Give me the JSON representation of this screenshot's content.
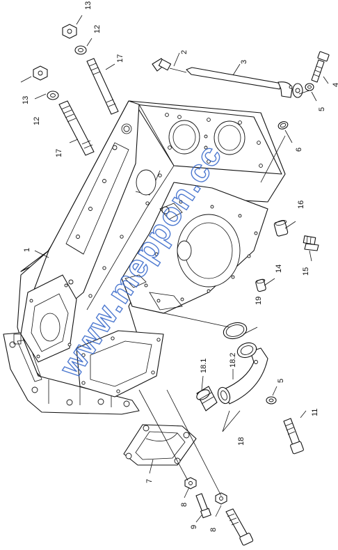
{
  "watermark": "www.meppon.cc",
  "callouts": {
    "c1": "1",
    "c2": "2",
    "c3": "3",
    "c4": "4",
    "c5a": "5",
    "c5b": "5",
    "c6": "6",
    "c7": "7",
    "c8a": "8",
    "c8b": "8",
    "c9": "9",
    "c11": "11",
    "c12a": "12",
    "c12b": "12",
    "c13a": "13",
    "c13b": "13",
    "c14": "14",
    "c15": "15",
    "c16": "16",
    "c17a": "17",
    "c17b": "17",
    "c18": "18",
    "c181": "18.1",
    "c182": "18.2",
    "c19": "19"
  }
}
